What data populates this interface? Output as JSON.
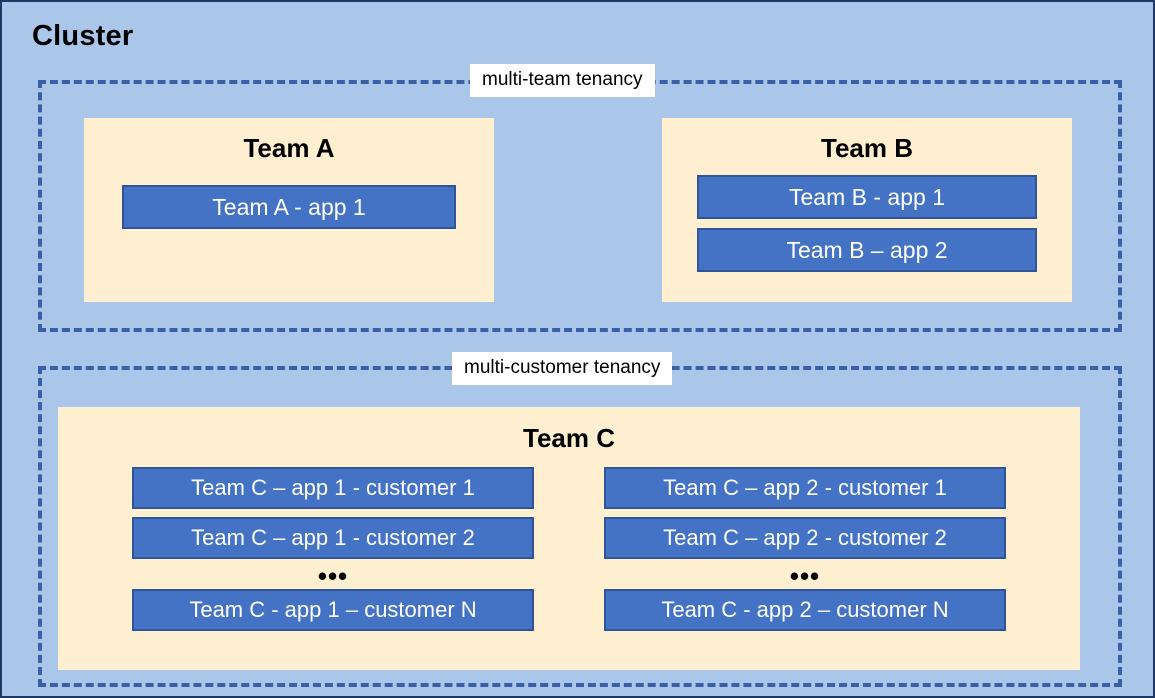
{
  "diagram": {
    "title": "Cluster",
    "colors": {
      "canvas_background": "#aac6e8",
      "canvas_border": "#1f3864",
      "zone_dashed_border": "#3a5ea8",
      "team_box_fill": "#fdefd0",
      "app_box_fill": "#4472c4",
      "app_box_border": "#2f5597",
      "app_box_text": "#ffffff",
      "label_background": "#ffffff",
      "text": "#000000"
    }
  },
  "zones": [
    {
      "id": "multi-team",
      "label": "multi-team tenancy",
      "teams": [
        {
          "id": "team-a",
          "title": "Team A",
          "apps": [
            {
              "label": "Team A - app 1"
            }
          ]
        },
        {
          "id": "team-b",
          "title": "Team B",
          "apps": [
            {
              "label": "Team B - app 1"
            },
            {
              "label": "Team B – app 2"
            }
          ]
        }
      ]
    },
    {
      "id": "multi-customer",
      "label": "multi-customer tenancy",
      "teams": [
        {
          "id": "team-c",
          "title": "Team C",
          "columns": [
            {
              "id": "team-c-app-1",
              "items": [
                {
                  "label": "Team C – app 1 - customer 1"
                },
                {
                  "label": "Team C – app 1 - customer 2"
                }
              ],
              "ellipsis": "•••",
              "last": {
                "label": "Team C - app 1 – customer N"
              }
            },
            {
              "id": "team-c-app-2",
              "items": [
                {
                  "label": "Team C – app 2 - customer 1"
                },
                {
                  "label": "Team C – app 2 - customer 2"
                }
              ],
              "ellipsis": "•••",
              "last": {
                "label": "Team C - app 2 – customer N"
              }
            }
          ]
        }
      ]
    }
  ]
}
